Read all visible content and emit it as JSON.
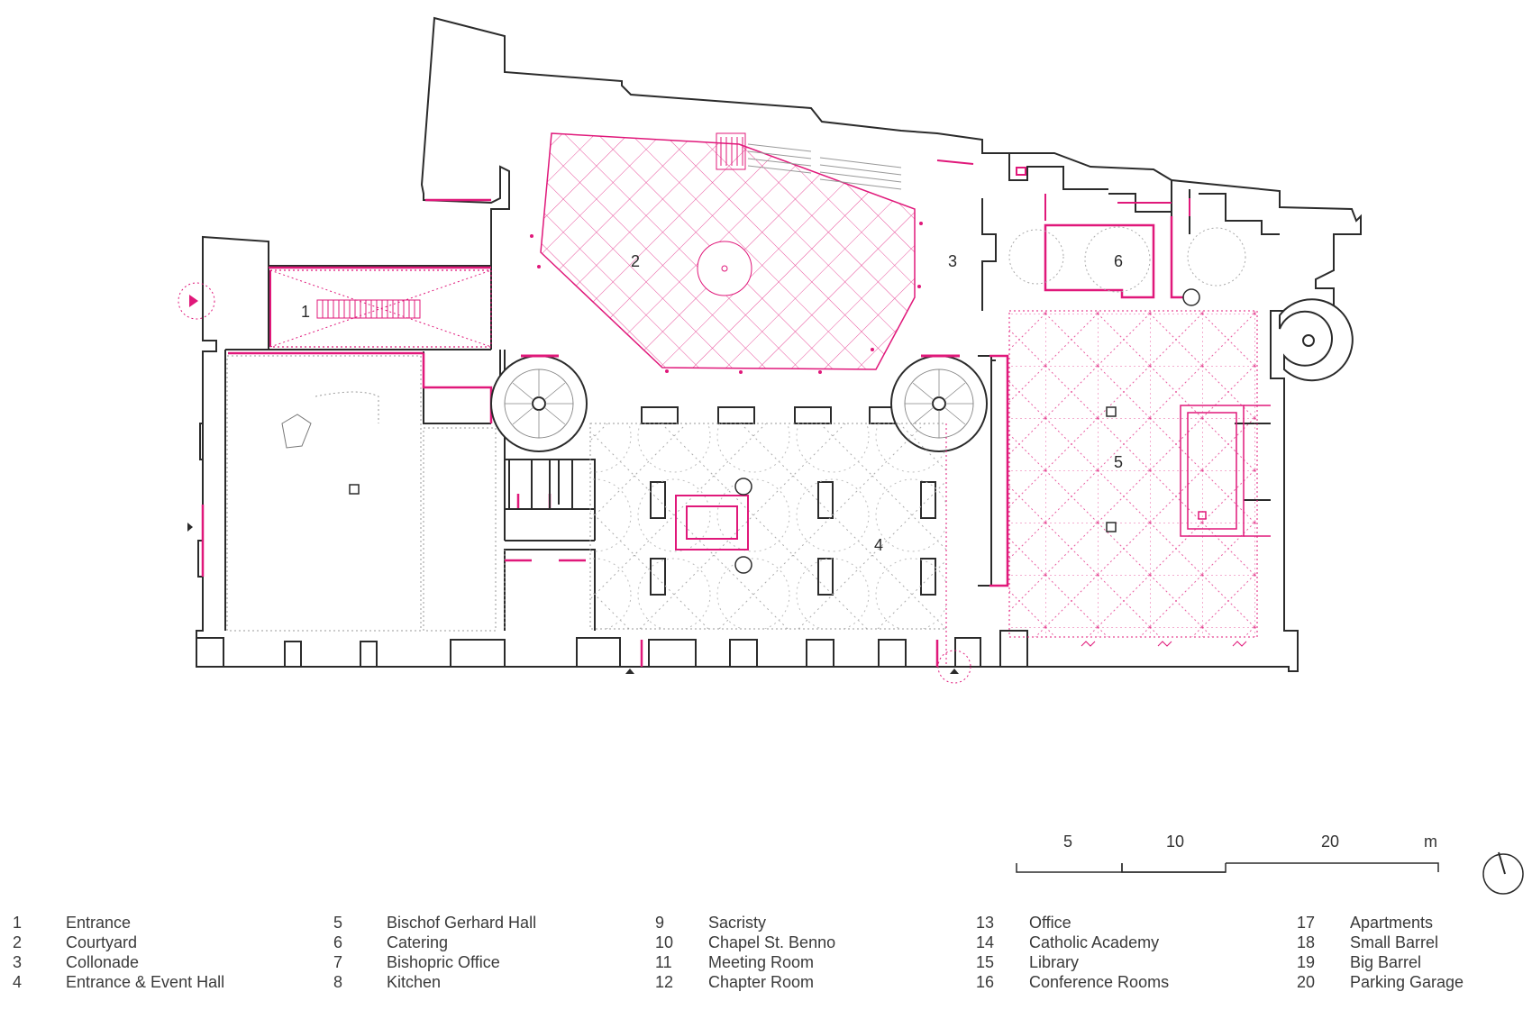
{
  "colors": {
    "wall": "#2b2b2b",
    "accent": "#e0187a",
    "dotted": "#9a9a9a",
    "text": "#333333"
  },
  "plan_labels": [
    {
      "num": "1"
    },
    {
      "num": "2"
    },
    {
      "num": "3"
    },
    {
      "num": "4"
    },
    {
      "num": "5"
    },
    {
      "num": "6"
    }
  ],
  "scale_bar": {
    "ticks": [
      "5",
      "10",
      "20"
    ],
    "unit": "m"
  },
  "north_icon": "north-arrow-icon",
  "legend": {
    "columns": [
      [
        {
          "num": "1",
          "name": "Entrance"
        },
        {
          "num": "2",
          "name": "Courtyard"
        },
        {
          "num": "3",
          "name": "Collonade"
        },
        {
          "num": "4",
          "name": "Entrance & Event Hall"
        }
      ],
      [
        {
          "num": "5",
          "name": "Bischof Gerhard Hall"
        },
        {
          "num": "6",
          "name": "Catering"
        },
        {
          "num": "7",
          "name": "Bishopric Office"
        },
        {
          "num": "8",
          "name": "Kitchen"
        }
      ],
      [
        {
          "num": "9",
          "name": "Sacristy"
        },
        {
          "num": "10",
          "name": "Chapel St. Benno"
        },
        {
          "num": "11",
          "name": "Meeting Room"
        },
        {
          "num": "12",
          "name": "Chapter Room"
        }
      ],
      [
        {
          "num": "13",
          "name": "Office"
        },
        {
          "num": "14",
          "name": "Catholic Academy"
        },
        {
          "num": "15",
          "name": "Library"
        },
        {
          "num": "16",
          "name": "Conference Rooms"
        }
      ],
      [
        {
          "num": "17",
          "name": "Apartments"
        },
        {
          "num": "18",
          "name": "Small Barrel"
        },
        {
          "num": "19",
          "name": "Big Barrel"
        },
        {
          "num": "20",
          "name": "Parking Garage"
        }
      ]
    ]
  }
}
